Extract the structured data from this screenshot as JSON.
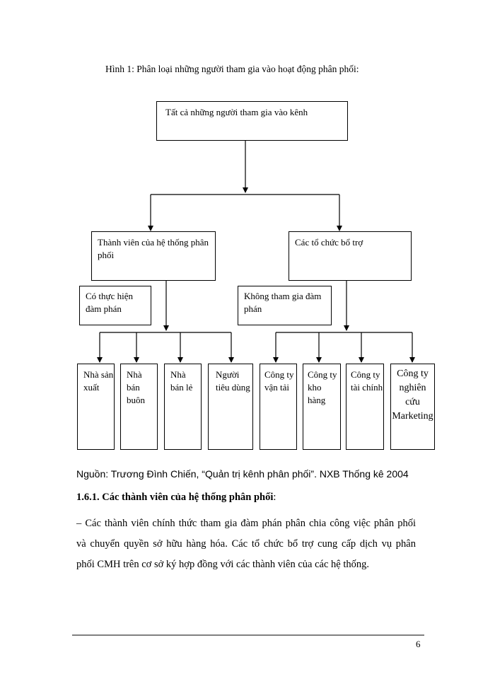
{
  "figure": {
    "caption": "Hình 1: Phân loại những người tham gia vào hoạt động phân phối:",
    "root": "Tất cả những người tham gia vào kênh",
    "left_group": {
      "title": "Thành viên của hệ thống phân phối",
      "note": "Có thực hiện đàm phán",
      "leaves": [
        "Nhà sản xuất",
        "Nhà bán buôn",
        "Nhà bán lẻ",
        "Người tiêu dùng"
      ]
    },
    "right_group": {
      "title": "Các tổ chức bổ trợ",
      "note": "Không tham gia đàm phán",
      "leaves": [
        "Công ty vận tải",
        "Công ty kho hàng",
        "Công ty tài chính",
        "Công ty nghiên cứu Marketing"
      ]
    }
  },
  "source": "Nguồn: Trương Đình Chiến, “Quản trị kênh phân phối”. NXB Thống kê 2004",
  "section": {
    "heading": "1.6.1. Các thành viên của hệ thống phân phối",
    "heading_suffix": ":",
    "paragraph_lines": [
      "– Các thành viên chính thức tham gia đàm phán phân chia công việc phân phối",
      "và chuyển quyền sở hữu hàng hóa. Các tổ chức bổ trợ cung cấp dịch vụ phân",
      "phối CMH trên cơ sở ký hợp đồng với các thành viên của các hệ thống."
    ]
  },
  "footer": {
    "page_number": "6"
  }
}
